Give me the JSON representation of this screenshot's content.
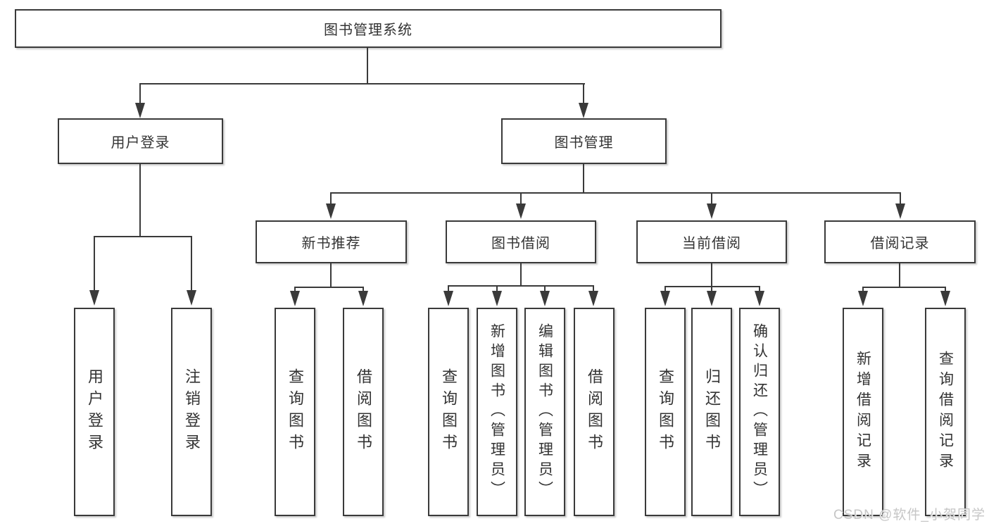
{
  "diagram": {
    "root": {
      "label": "图书管理系统"
    },
    "branches": [
      {
        "label": "用户登录",
        "children": [
          {
            "label": "用户登录"
          },
          {
            "label": "注销登录"
          }
        ]
      },
      {
        "label": "图书管理",
        "children": [
          {
            "label": "新书推荐",
            "children": [
              {
                "label": "查询图书"
              },
              {
                "label": "借阅图书"
              }
            ]
          },
          {
            "label": "图书借阅",
            "children": [
              {
                "label": "查询图书"
              },
              {
                "label": "新增图书（管理员）"
              },
              {
                "label": "编辑图书（管理员）"
              },
              {
                "label": "借阅图书"
              }
            ]
          },
          {
            "label": "当前借阅",
            "children": [
              {
                "label": "查询图书"
              },
              {
                "label": "归还图书"
              },
              {
                "label": "确认归还（管理员）"
              }
            ]
          },
          {
            "label": "借阅记录",
            "children": [
              {
                "label": "新增借阅记录"
              },
              {
                "label": "查询借阅记录"
              }
            ]
          }
        ]
      }
    ]
  },
  "watermark": {
    "text": "CSDN @软件_小贺同学"
  },
  "colors": {
    "line": "#3a3a3a",
    "text": "#333333",
    "box_background": "#ffffff",
    "page_background": "#ffffff",
    "watermark": "#c6c6c6"
  }
}
